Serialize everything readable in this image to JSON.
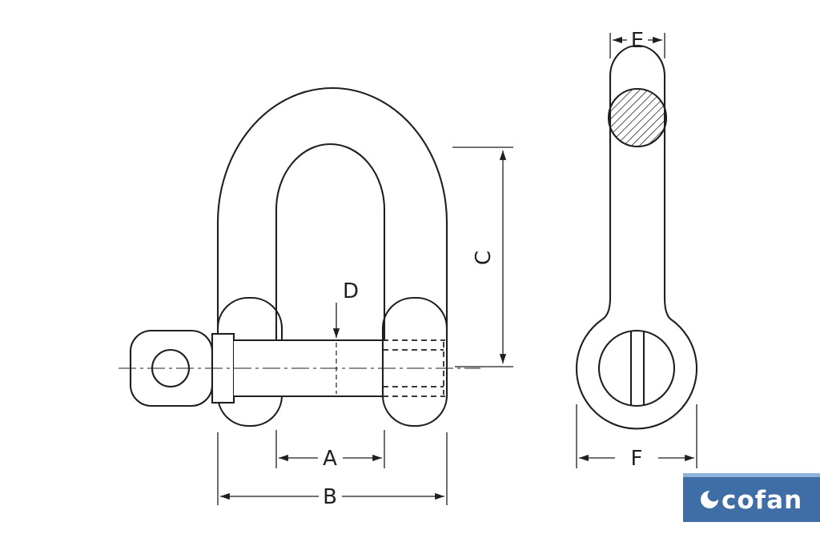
{
  "dimensions": {
    "a": "A",
    "b": "B",
    "c": "C",
    "d": "D",
    "e": "E",
    "f": "F"
  },
  "logo": {
    "text": "cofan",
    "bg": "#3f6da6",
    "stripe": "#8db3d8",
    "fg": "#ffffff"
  },
  "colors": {
    "line": "#1f1f1f",
    "background": "#ffffff"
  }
}
